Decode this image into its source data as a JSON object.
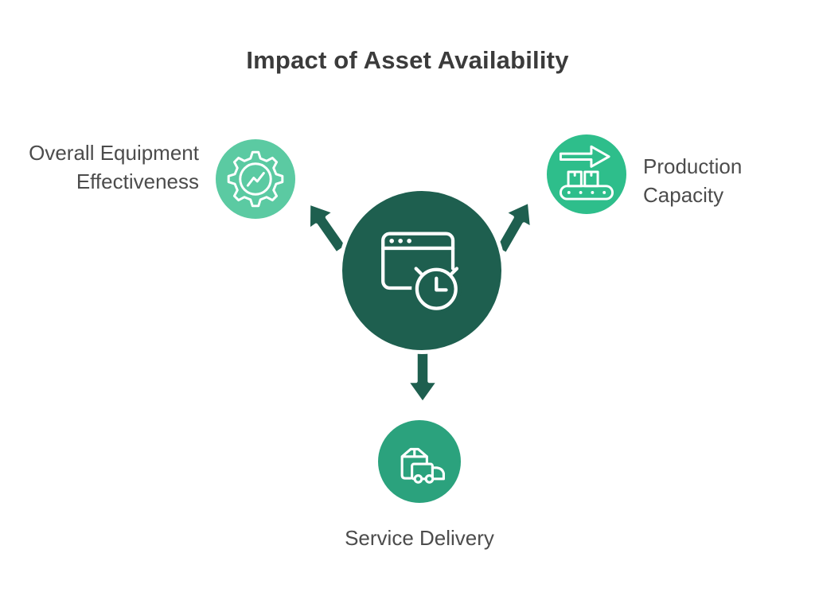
{
  "title": "Impact of Asset Availability",
  "colors": {
    "title_text": "#3b3b3b",
    "label_text": "#4c4c4c",
    "arrow": "#1e5f4f",
    "center_circle": "#1e5f4f",
    "oee_circle": "#5bcaa2",
    "production_circle": "#2ebe8b",
    "service_circle": "#2ba27d"
  },
  "center": {
    "icon": "browser-clock-icon"
  },
  "nodes": [
    {
      "id": "oee",
      "label": "Overall Equipment Effectiveness",
      "icon": "gear-chart-icon",
      "position": "left"
    },
    {
      "id": "production",
      "label": "Production Capacity",
      "icon": "conveyor-arrow-icon",
      "position": "right"
    },
    {
      "id": "service",
      "label": "Service Delivery",
      "icon": "package-truck-icon",
      "position": "bottom"
    }
  ]
}
